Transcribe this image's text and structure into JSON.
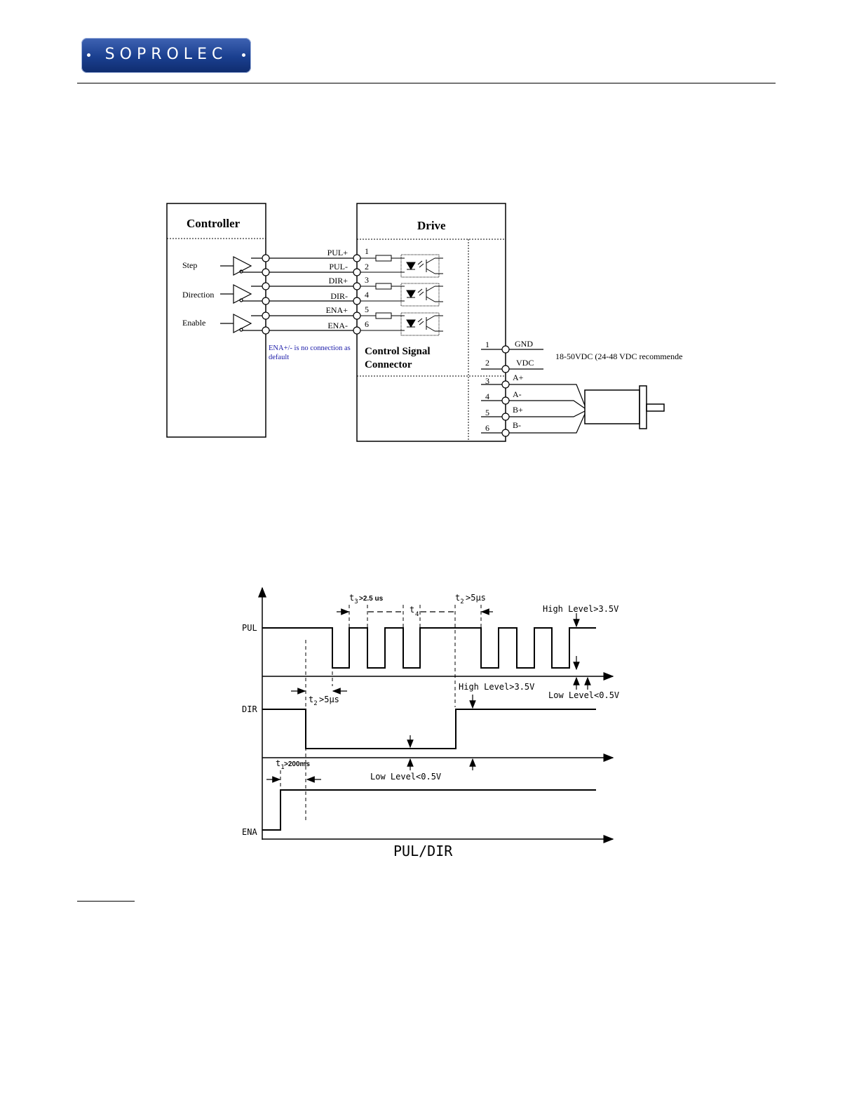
{
  "header": {
    "logo_text": "SOPROLEC"
  },
  "wiring": {
    "controller_title": "Controller",
    "drive_title": "Drive",
    "inputs": [
      "Step",
      "Direction",
      "Enable"
    ],
    "signals": [
      "PUL+",
      "PUL-",
      "DIR+",
      "DIR-",
      "ENA+",
      "ENA-"
    ],
    "pins": [
      "1",
      "2",
      "3",
      "4",
      "5",
      "6"
    ],
    "note_line1": "ENA+/- is no connection as",
    "note_line2": "default",
    "connector_line1": "Control Signal",
    "connector_line2": "Connector",
    "power_pins": [
      "1",
      "2"
    ],
    "power_labels": [
      "GND",
      "VDC"
    ],
    "power_note": "18-50VDC (24-48 VDC recommende",
    "motor_pins": [
      "3",
      "4",
      "5",
      "6"
    ],
    "motor_labels": [
      "A+",
      "A-",
      "B+",
      "B-"
    ]
  },
  "timing": {
    "signals": [
      "PUL",
      "DIR",
      "ENA"
    ],
    "t3": ">2.5 us",
    "t4": "4",
    "t2_top": ">5µs",
    "t2_dir": ">5µs",
    "t1": ">200ms",
    "high_pul": "High Level>3.5V",
    "low_pul": "Low Level<0.5V",
    "high_dir": "High Level>3.5V",
    "low_dir": "Low Level<0.5V",
    "caption": "PUL/DIR"
  },
  "colors": {
    "note": "#1a1aa8",
    "logo": "#1a3f8f"
  }
}
